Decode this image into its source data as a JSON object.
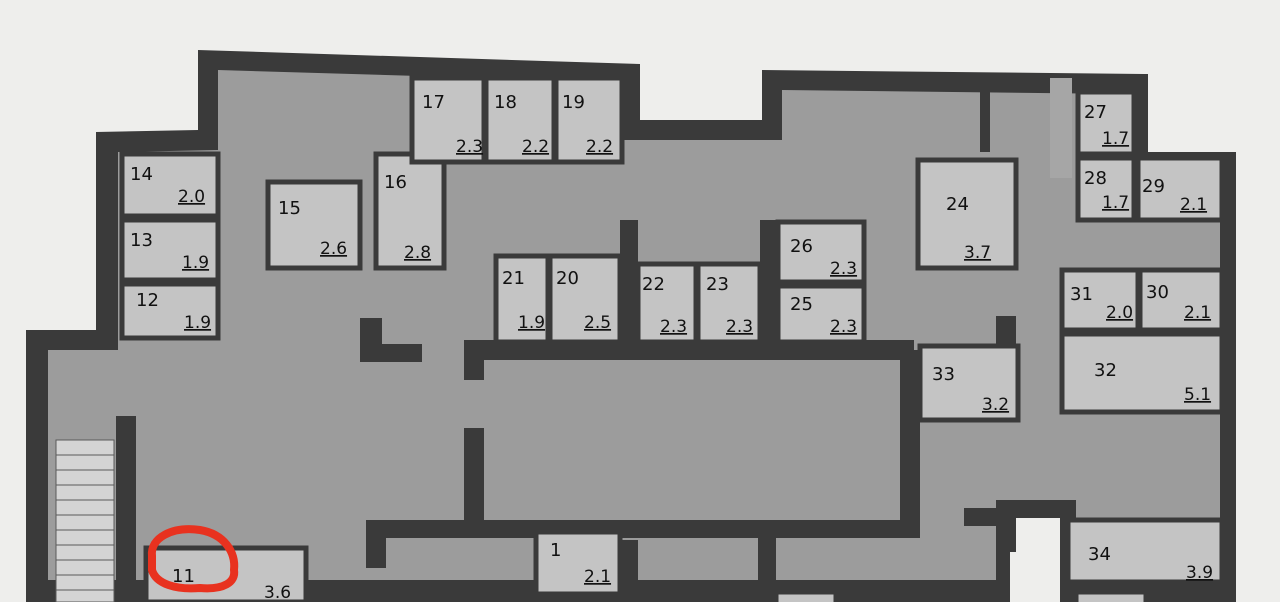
{
  "colors": {
    "paper": "#eeeeec",
    "wall": "#3a3a3a",
    "floor": "#9c9c9c",
    "room": "#c4c4c4",
    "marker": "#e8321f"
  },
  "marked_room": "11",
  "rooms": [
    {
      "num": "1",
      "area": "2.1"
    },
    {
      "num": "11",
      "area": "3.6"
    },
    {
      "num": "12",
      "area": "1.9"
    },
    {
      "num": "13",
      "area": "1.9"
    },
    {
      "num": "14",
      "area": "2.0"
    },
    {
      "num": "15",
      "area": "2.6"
    },
    {
      "num": "16",
      "area": "2.8"
    },
    {
      "num": "17",
      "area": "2.3"
    },
    {
      "num": "18",
      "area": "2.2"
    },
    {
      "num": "19",
      "area": "2.2"
    },
    {
      "num": "20",
      "area": "2.5"
    },
    {
      "num": "21",
      "area": "1.9"
    },
    {
      "num": "22",
      "area": "2.3"
    },
    {
      "num": "23",
      "area": "2.3"
    },
    {
      "num": "24",
      "area": "3.7"
    },
    {
      "num": "25",
      "area": "2.3"
    },
    {
      "num": "26",
      "area": "2.3"
    },
    {
      "num": "27",
      "area": "1.7"
    },
    {
      "num": "28",
      "area": "1.7"
    },
    {
      "num": "29",
      "area": "2.1"
    },
    {
      "num": "30",
      "area": "2.1"
    },
    {
      "num": "31",
      "area": "2.0"
    },
    {
      "num": "32",
      "area": "5.1"
    },
    {
      "num": "33",
      "area": "3.2"
    },
    {
      "num": "34",
      "area": "3.9"
    }
  ]
}
